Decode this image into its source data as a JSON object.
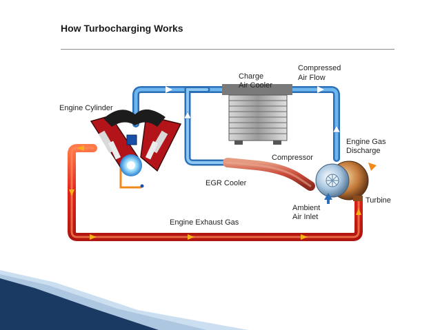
{
  "title": "How Turbocharging Works",
  "labels": {
    "engine_cylinder": "Engine Cylinder",
    "charge_air_cooler_line1": "Charge",
    "charge_air_cooler_line2": "Air Cooler",
    "compressed_air_flow_line1": "Compressed",
    "compressed_air_flow_line2": "Air Flow",
    "engine_gas_discharge_line1": "Engine Gas",
    "engine_gas_discharge_line2": "Discharge",
    "compressor": "Compressor",
    "egr_cooler": "EGR Cooler",
    "turbine": "Turbine",
    "ambient_air_inlet_line1": "Ambient",
    "ambient_air_inlet_line2": "Air Inlet",
    "engine_exhaust_gas": "Engine Exhaust Gas"
  },
  "colors": {
    "air_pipe": "#3f8fd8",
    "air_pipe_light": "#9fd0f5",
    "exhaust_pipe": "#e0231c",
    "exhaust_pipe_light": "#ff6a3a",
    "arrow": "#f7b21a",
    "egr_pipe": "#c94a3a",
    "slide_accent_dark": "#1b3a63",
    "slide_accent_light": "#c7dbef"
  }
}
